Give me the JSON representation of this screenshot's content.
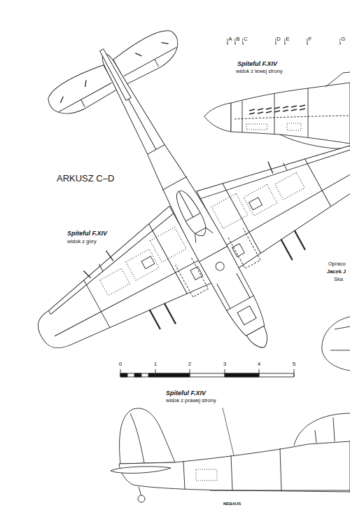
{
  "diagram": {
    "title": "ARKUSZ C–D",
    "labels": [
      "A",
      "B",
      "C",
      "D",
      "E",
      "F",
      "G",
      "Spiteful F.XIV",
      "widok z lewej strony",
      "Spiteful F.XIV",
      "widok z góry",
      "Opraco",
      "Jacek J",
      "Ska",
      "0",
      "1",
      "2",
      "3",
      "4",
      "5",
      "Spiteful F.XIV",
      "widok z prawej strony",
      "NEBAUS"
    ]
  }
}
